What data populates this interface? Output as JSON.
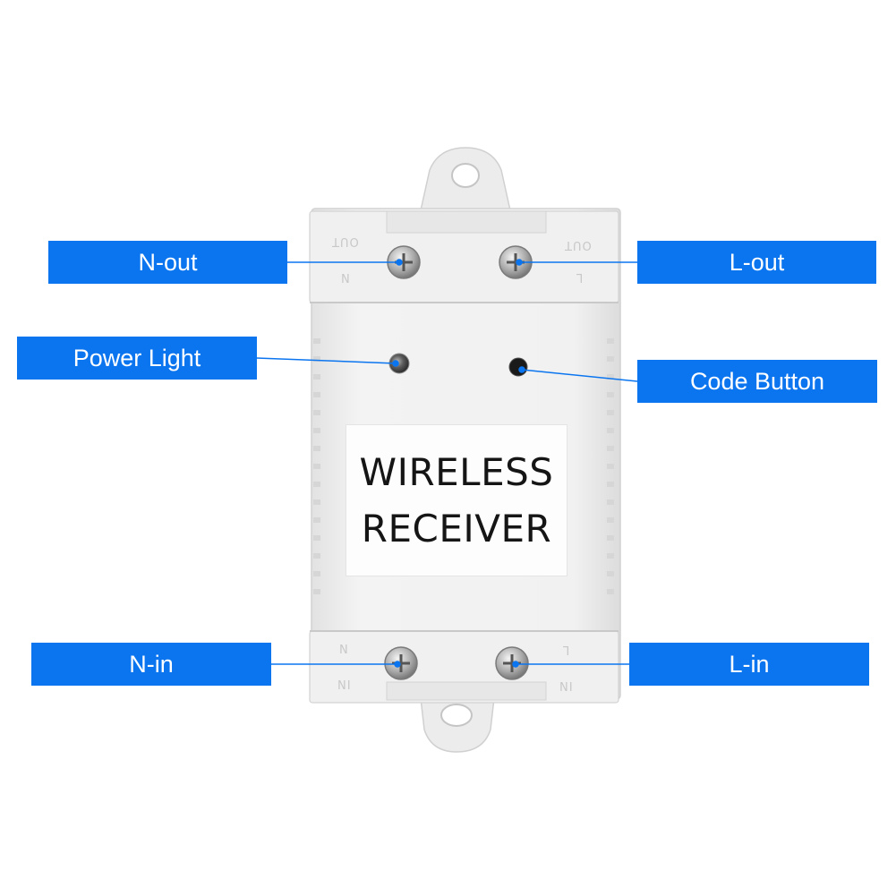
{
  "device_label": {
    "line1": "WIRELESS",
    "line2": "RECEIVER"
  },
  "callouts": {
    "n_out": "N-out",
    "l_out": "L-out",
    "power_light": "Power Light",
    "code_button": "Code Button",
    "n_in": "N-in",
    "l_in": "L-in"
  },
  "terminal_marks": {
    "top_left": "OUT",
    "top_left_letter": "N",
    "top_right": "OUT",
    "top_right_letter": "L",
    "bottom_left": "IN",
    "bottom_left_letter": "N",
    "bottom_right": "IN",
    "bottom_right_letter": "L"
  },
  "colors": {
    "callout_bg": "#0b75f0",
    "callout_text": "#ffffff",
    "leader_line": "#0b75f0",
    "housing": "#eeeeee"
  }
}
